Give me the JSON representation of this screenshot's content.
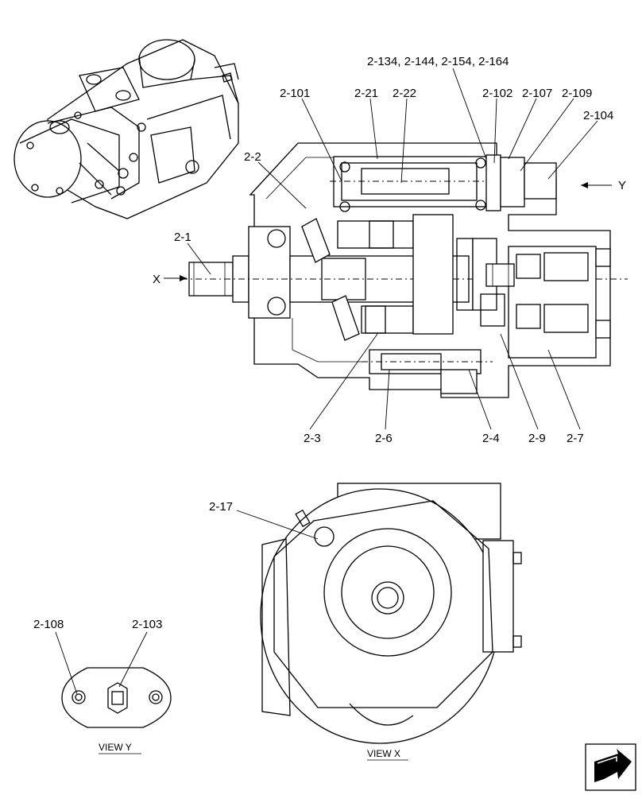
{
  "callouts": {
    "c_2_1": "2-1",
    "c_2_2": "2-2",
    "c_2_101": "2-101",
    "c_2_21": "2-21",
    "c_2_22": "2-22",
    "c_2_134": "2-134, 2-144, 2-154, 2-164",
    "c_2_102": "2-102",
    "c_2_107": "2-107",
    "c_2_109": "2-109",
    "c_2_104": "2-104",
    "c_2_3": "2-3",
    "c_2_6": "2-6",
    "c_2_4": "2-4",
    "c_2_9": "2-9",
    "c_2_7": "2-7",
    "c_2_17": "2-17",
    "c_2_108": "2-108",
    "c_2_103": "2-103"
  },
  "axis_markers": {
    "x": "X",
    "y": "Y"
  },
  "views": {
    "view_y": "VIEW  Y",
    "view_x": "VIEW  X"
  },
  "icons": {
    "nav": "page-turn-arrow-icon"
  },
  "colors": {
    "line": "#000000",
    "background": "#ffffff"
  }
}
